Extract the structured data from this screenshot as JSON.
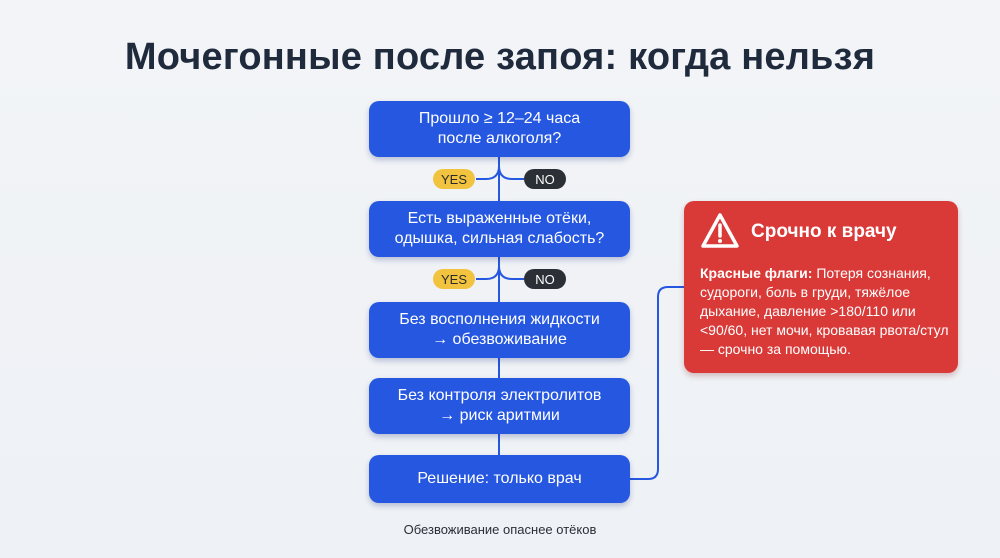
{
  "title": "Мочегонные после запоя: когда нельзя",
  "nodes": {
    "q1": [
      "Прошло ≥ 12–24 часа",
      "после алкоголя?"
    ],
    "q2": [
      "Есть выраженные отёки,",
      "одышка, сильная слабость?"
    ],
    "s1": [
      "Без восполнения жидкости",
      "→ обезвоживание"
    ],
    "s2": [
      "Без контроля электролитов",
      "→ риск аритмии"
    ],
    "decision": "Решение: только врач"
  },
  "branches": {
    "yes_label": "YES",
    "no_label": "NO"
  },
  "alert": {
    "title": "Срочно к врачу",
    "flags_label": "Красные флаги:",
    "flags_text": " Потеря сознания, судороги, боль в груди, тяжёлое дыхание, давление >180/110 или <90/60, нет мочи, кровавая рвота/стул — срочно за помощью.",
    "icon": "warning-triangle-icon"
  },
  "caption": "Обезвоживание опаснее отёков",
  "colors": {
    "node": "#2557e0",
    "alert": "#d93a38",
    "yes": "#f2c33f",
    "no": "#2b2f36",
    "connector": "#2557e0"
  }
}
